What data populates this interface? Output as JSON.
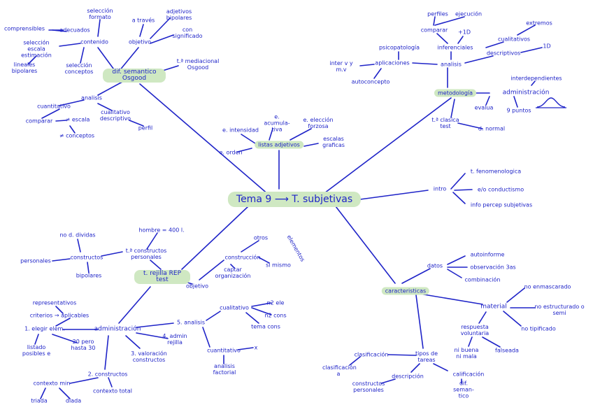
{
  "center": "Tema 9 ⟶ T. subjetivas",
  "nodes": {
    "dif_semantico": "dif. semantico Osgood",
    "contenido": "contenido",
    "seleccion_formato": "selección formato",
    "objetivo_top": "objetivo",
    "a_traves": "a través",
    "adjetivos_bipolares": "adjetivos bipolares",
    "con_significado": "con significado",
    "comprensibles": "comprensibles",
    "adecuados": "adecuados",
    "seleccion_escala": "selección escala estimación",
    "lineales_bipolares": "lineales bipolares",
    "seleccion_conceptos": "selección conceptos",
    "t_mediacional": "t.ª mediacional Osgood",
    "analisis_top": "analisis",
    "cuantitativo_top": "cuantitativo",
    "comparar_top": "comparar",
    "escala_top": "≠ escala",
    "conceptos_top": "≠ conceptos",
    "cualitativo_top": "cualitativo descriptivo",
    "perfil": "perfil",
    "listas": "listas adjetivos",
    "e_intensidad": "e. intensidad",
    "e_acumulativa": "e. acumula- tiva",
    "e_eleccion": "e. elección forzosa",
    "e_orden": "e. orden",
    "escalas_graficas": "escalas graficas",
    "metodologia": "metodología",
    "perfiles": "perfiles",
    "ejecucion": "ejecución",
    "comparar_r": "comparar",
    "mas_1d": "+1D",
    "inferenciales": "inferenciales",
    "cualitativos": "cualitativos",
    "extremos": "extremos",
    "descriptivos": "descriptivos",
    "d1": "1D",
    "analisis_r": "analisis",
    "psicopatologia": "psicopatología",
    "aplicaciones": "aplicaciones",
    "interv": "inter v y m.v",
    "autoconcepto": "autoconcepto",
    "interdependientes": "interdependientes",
    "administracion_r": "administración",
    "evalua": "evalua",
    "nueve_puntos": "9 puntos",
    "t_clasica": "t.ª clasica test",
    "d_normal": "d. normal",
    "intro": "intro",
    "t_fenomenologica": "t. fenomenologica",
    "e_conductismo": "e/o conductismo",
    "info_percep": "info percep subjetivas",
    "rejilla": "t. rejilla REP test",
    "t_constructos": "t.ª constructos personales",
    "hombre": "hombre = 400 l.",
    "constructos_mid": "constructos",
    "no_dividas": "no d. dividas",
    "personales": "personales",
    "bipolares": "bipolares",
    "objetivo_mid": "objetivo",
    "construccion": "construcción",
    "otros": "otros",
    "elementos": "elementos",
    "si_mismo": "si mismo",
    "captar": "captar organización",
    "administracion_l": "administración",
    "representativos": "representativos",
    "criterios": "criterios → aplicables",
    "elegir_elem": "1. elegir elem.",
    "listado": "listado posibles e",
    "veinte_pero": "20 pero hasta 30",
    "dos_constructos": "2. constructos",
    "contexto_min": "contexto min",
    "triada": "triada",
    "diada": "diada",
    "contexto_total": "contexto total",
    "tres_valoracion": "3. valoración constructos",
    "cuatro_admin": "4. admin rejilla",
    "cinco_analisis": "5. analisis",
    "cualitativo_mid": "cualitativo",
    "n2_ele": "n2 ele",
    "n2_cons": "n2 cons",
    "tema_cons": "tema cons",
    "cuantitativo_mid": "cuantitativo",
    "x_mark": "x",
    "analisis_factorial": "analisis factorial",
    "caracteristicas": "caracteristicas",
    "datos": "datos",
    "autoinforme": "autoinforme",
    "observacion": "observación 3as",
    "combinacion": "combinación",
    "material": "material",
    "no_enmascarado": "no enmascarado",
    "no_estructurado": "no estructurado o semi",
    "no_tipificado": "no tipificado",
    "respuesta_voluntaria": "respuesta voluntaria",
    "ni_buena": "ni buena ni mala",
    "falseada": "falseada",
    "tipos_tareas": "tipos de tareas",
    "clasificacion": "clasificación",
    "clasificacion_a": "clasificación a",
    "descripcion": "descripción",
    "constructos_personales": "constructos personales",
    "calificacion": "calificación",
    "dif_semantico_b": "dif. seman- tico"
  }
}
